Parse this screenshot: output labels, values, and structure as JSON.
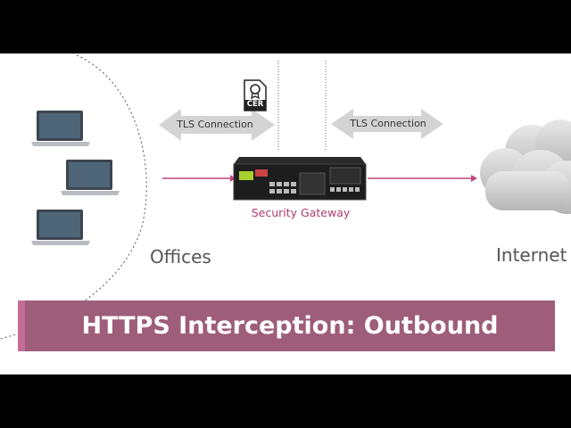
{
  "tls_left": {
    "label": "TLS Connection"
  },
  "tls_right": {
    "label": "TLS Connection"
  },
  "certificate": {
    "label": "CER"
  },
  "gateway": {
    "label": "Security Gateway"
  },
  "offices": {
    "label": "Offices"
  },
  "internet": {
    "label": "Internet"
  },
  "banner": {
    "title": "HTTPS Interception: Outbound"
  },
  "colors": {
    "accent": "#b03a6f",
    "banner": "#9e5d78",
    "banner_stripe": "#c56c94",
    "arrow": "#d1d1d1"
  }
}
